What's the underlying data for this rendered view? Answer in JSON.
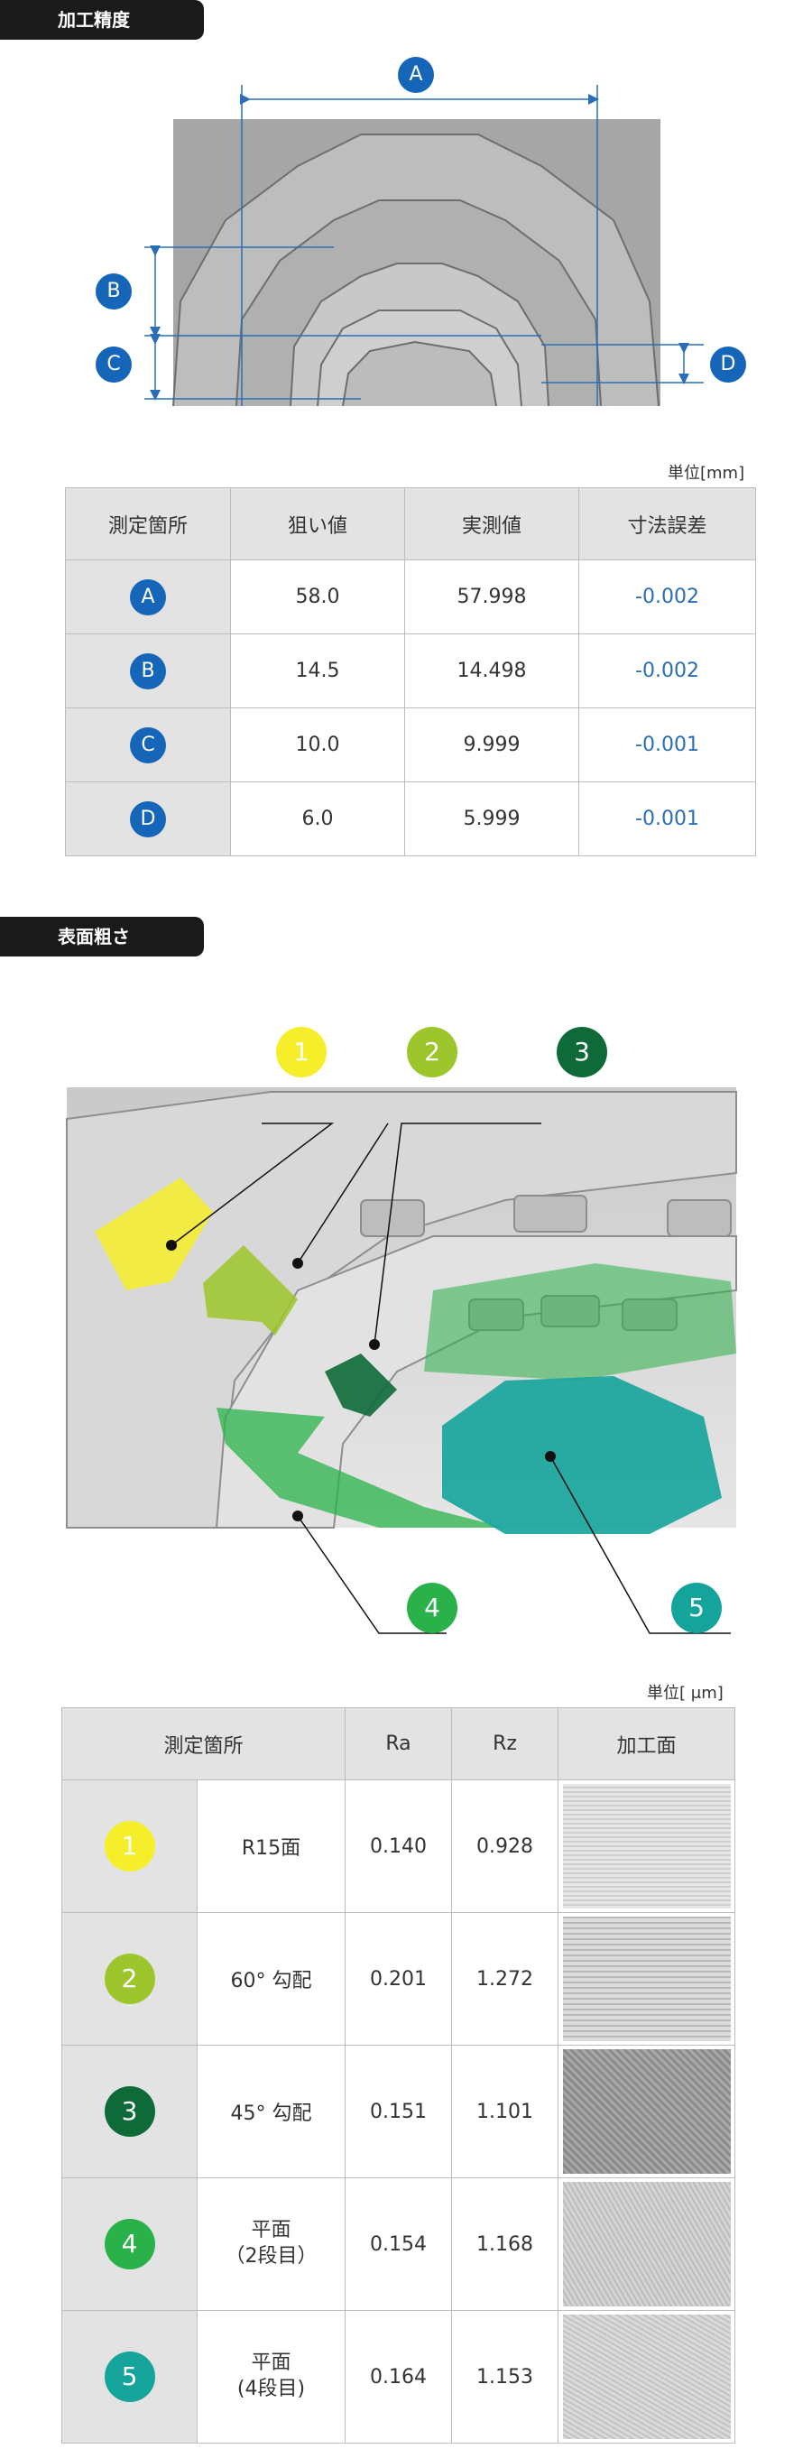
{
  "section1": {
    "tag": "加工精度"
  },
  "diagram1": {
    "labels": [
      "A",
      "B",
      "C",
      "D"
    ]
  },
  "table1": {
    "unit": "単位[mm]",
    "headers": [
      "測定箇所",
      "狙い値",
      "実測値",
      "寸法誤差"
    ],
    "rows": [
      {
        "point": "A",
        "target": "58.0",
        "measured": "57.998",
        "error": "-0.002"
      },
      {
        "point": "B",
        "target": "14.5",
        "measured": "14.498",
        "error": "-0.002"
      },
      {
        "point": "C",
        "target": "10.0",
        "measured": "9.999",
        "error": "-0.001"
      },
      {
        "point": "D",
        "target": "6.0",
        "measured": "5.999",
        "error": "-0.001"
      }
    ]
  },
  "section2": {
    "tag": "表面粗さ"
  },
  "diagram2": {
    "labels": [
      "1",
      "2",
      "3",
      "4",
      "5"
    ],
    "colors": [
      "#f6ee2a",
      "#9cc62b",
      "#0e6a38",
      "#2ab14a",
      "#14a49b"
    ]
  },
  "table2": {
    "unit": "単位[ μm]",
    "headers": [
      "測定箇所",
      "Ra",
      "Rz",
      "加工面"
    ],
    "rows": [
      {
        "num": "1",
        "name": "R15面",
        "ra": "0.140",
        "rz": "0.928",
        "color": "#f6ee2a",
        "num_color": "#ffffff"
      },
      {
        "num": "2",
        "name": "60° 勾配",
        "ra": "0.201",
        "rz": "1.272",
        "color": "#9cc62b",
        "num_color": "#ffffff"
      },
      {
        "num": "3",
        "name": "45° 勾配",
        "ra": "0.151",
        "rz": "1.101",
        "color": "#0e6a38",
        "num_color": "#ffffff"
      },
      {
        "num": "4",
        "name": "平面\n（2段目）",
        "ra": "0.154",
        "rz": "1.168",
        "color": "#2ab14a",
        "num_color": "#ffffff"
      },
      {
        "num": "5",
        "name": "平面\n(4段目)",
        "ra": "0.164",
        "rz": "1.153",
        "color": "#14a49b",
        "num_color": "#ffffff"
      }
    ]
  }
}
